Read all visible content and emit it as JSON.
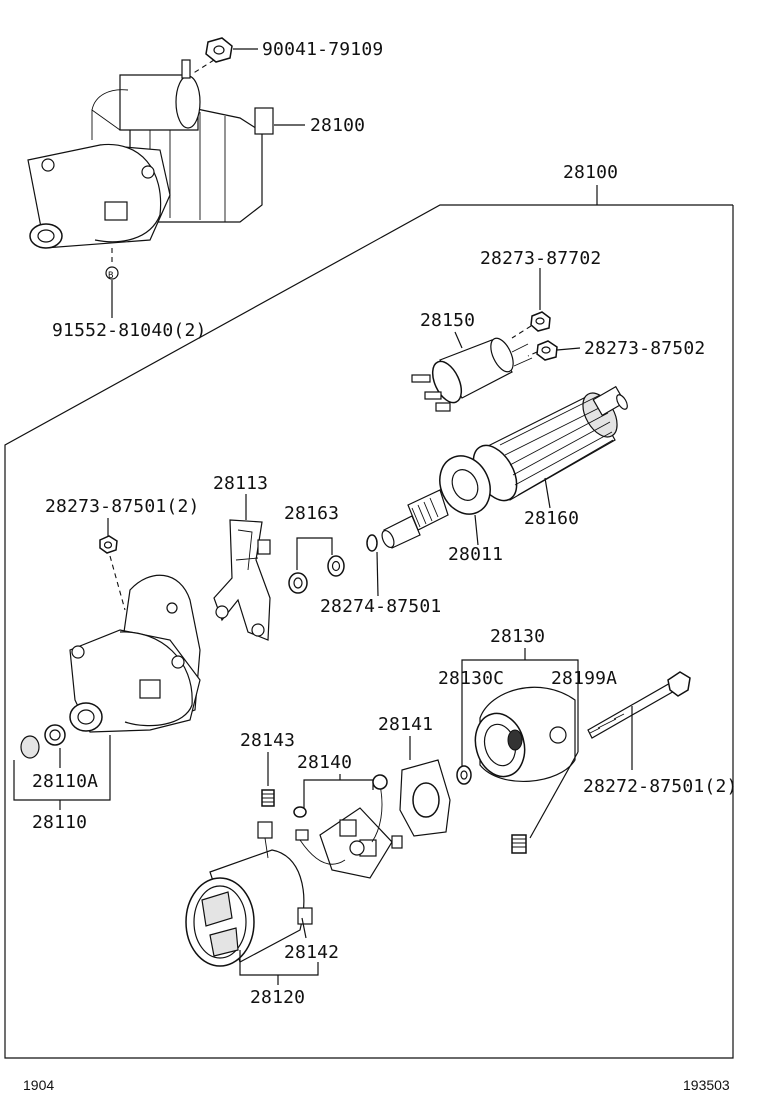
{
  "labels": {
    "nut_top": "90041-79109",
    "starter_assy": "28100",
    "box_title": "28100",
    "bolt_b": "91552-81040(2)",
    "nut_a": "28273-87702",
    "solenoid": "28150",
    "nut_b": "28273-87502",
    "lever": "28113",
    "nut_c": "28273-87501(2)",
    "bearing_pair": "28163",
    "armature": "28160",
    "clutch": "28011",
    "washer": "28274-87501",
    "end_frame_assy": "28130",
    "end_frame_c": "28130C",
    "end_frame_a": "28199A",
    "housing_a": "28110A",
    "housing": "28110",
    "spring": "28143",
    "plate": "28141",
    "brush_holder": "28140",
    "through_bolt": "28272-87501(2)",
    "brush": "28142",
    "yoke": "28120",
    "callout_b": "B"
  },
  "footer": {
    "left_code": "1904",
    "right_code": "193503"
  }
}
